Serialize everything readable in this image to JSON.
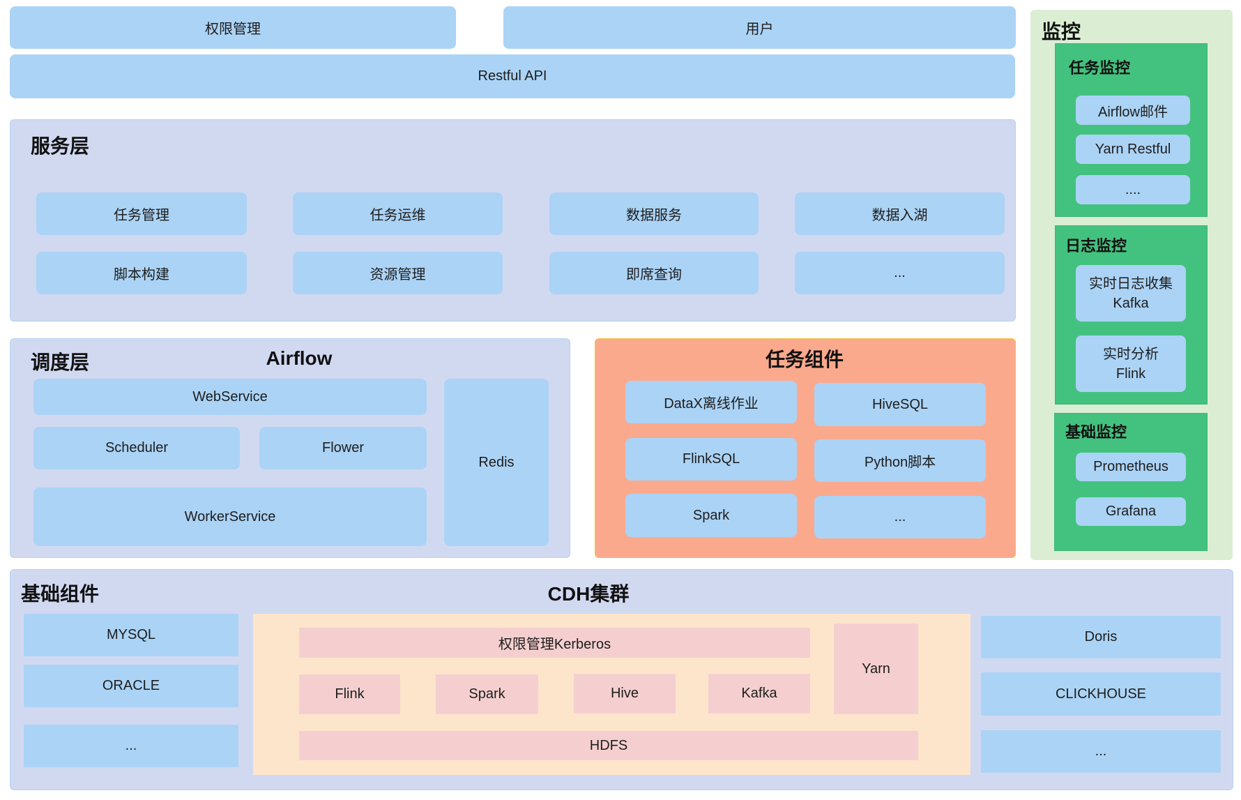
{
  "top": {
    "permission": "权限管理",
    "user": "用户",
    "restful_api": "Restful API"
  },
  "service_layer": {
    "title": "服务层",
    "items": [
      "任务管理",
      "任务运维",
      "数据服务",
      "数据入湖",
      "脚本构建",
      "资源管理",
      "即席查询",
      "..."
    ]
  },
  "scheduler_layer": {
    "title": "调度层",
    "framework": "Airflow",
    "webservice": "WebService",
    "scheduler": "Scheduler",
    "flower": "Flower",
    "worker": "WorkerService",
    "redis": "Redis"
  },
  "task_components": {
    "title": "任务组件",
    "items": [
      "DataX离线作业",
      "HiveSQL",
      "FlinkSQL",
      "Python脚本",
      "Spark",
      "..."
    ]
  },
  "monitoring": {
    "title": "监控",
    "task_monitor": {
      "title": "任务监控",
      "items": [
        "Airflow邮件",
        "Yarn Restful",
        "...."
      ]
    },
    "log_monitor": {
      "title": "日志监控",
      "items": [
        {
          "line1": "实时日志收集",
          "line2": "Kafka"
        },
        {
          "line1": "实时分析",
          "line2": "Flink"
        }
      ]
    },
    "base_monitor": {
      "title": "基础监控",
      "items": [
        "Prometheus",
        "Grafana"
      ]
    }
  },
  "foundation": {
    "title": "基础组件",
    "cluster_title": "CDH集群",
    "databases": [
      "MYSQL",
      "ORACLE",
      "..."
    ],
    "cluster": {
      "kerberos": "权限管理Kerberos",
      "yarn": "Yarn",
      "engines": [
        "Flink",
        "Spark",
        "Hive",
        "Kafka"
      ],
      "hdfs": "HDFS"
    },
    "olap": [
      "Doris",
      "CLICKHOUSE",
      "..."
    ]
  },
  "colors": {
    "box_blue": "#abd3f5",
    "layer_lavender": "#d1d9f1",
    "task_orange": "#fba98d",
    "monitor_green_bg": "#dbeed4",
    "monitor_green": "#43c27f",
    "cluster_cream": "#fde5cc",
    "cluster_pink": "#f5cfcf"
  }
}
